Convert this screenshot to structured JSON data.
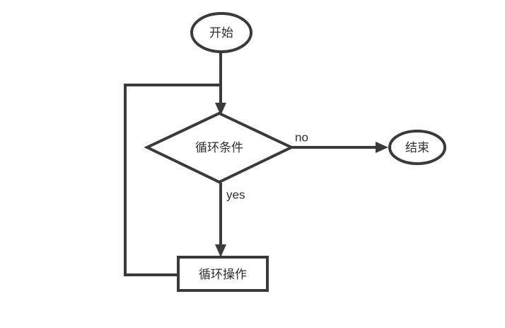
{
  "diagram": {
    "type": "flowchart",
    "title": "",
    "background_color": "#ffffff",
    "line_color": "#3a3a3a",
    "text_color": "#2f2f2f",
    "nodes": [
      {
        "id": "start",
        "shape": "ellipse",
        "label": "开始"
      },
      {
        "id": "condition",
        "shape": "diamond",
        "label": "循环条件"
      },
      {
        "id": "end",
        "shape": "ellipse",
        "label": "结束"
      },
      {
        "id": "operation",
        "shape": "rectangle",
        "label": "循环操作"
      }
    ],
    "edges": [
      {
        "from": "start",
        "to": "condition",
        "label": ""
      },
      {
        "from": "condition",
        "to": "end",
        "label": "no"
      },
      {
        "from": "condition",
        "to": "operation",
        "label": "yes"
      },
      {
        "from": "operation",
        "to": "condition",
        "label": ""
      }
    ],
    "labels": {
      "no": "no",
      "yes": "yes"
    }
  }
}
